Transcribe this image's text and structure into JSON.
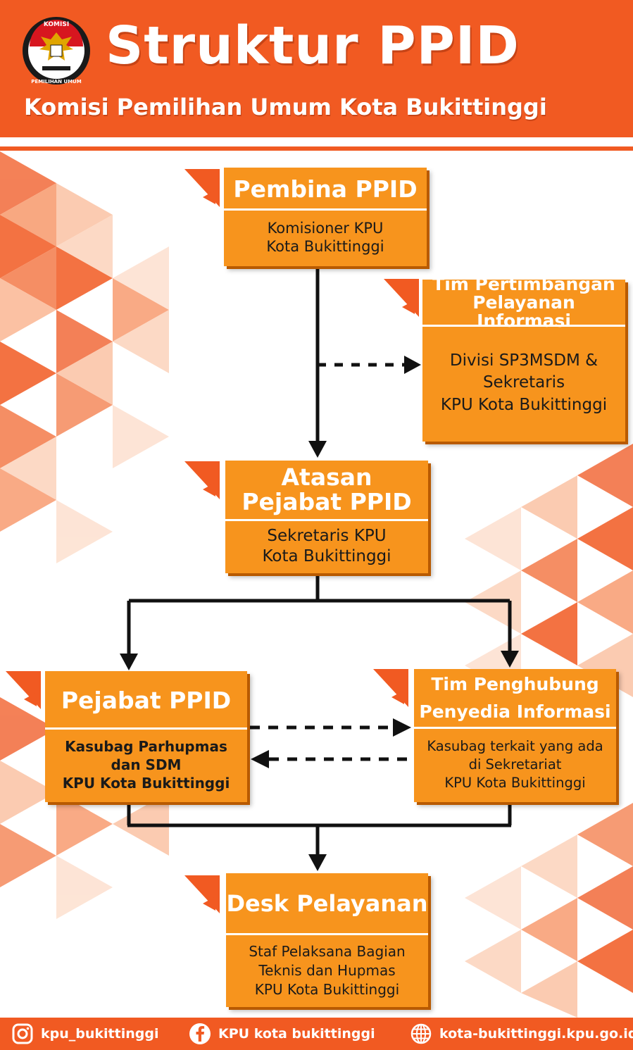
{
  "header": {
    "title": "Struktur PPID",
    "subtitle": "Komisi Pemilihan Umum Kota Bukittinggi",
    "logo_text_top": "KOMISI",
    "logo_text_bottom": "PEMILIHAN UMUM"
  },
  "boxes": {
    "pembina": {
      "title": "Pembina PPID",
      "body": [
        "Komisioner KPU",
        "Kota Bukittinggi"
      ]
    },
    "tim_pertimbangan": {
      "title": [
        "Tim Pertimbangan",
        "Pelayanan Informasi"
      ],
      "body": [
        "Divisi SP3MSDM &",
        "Sekretaris",
        "KPU Kota Bukittinggi"
      ]
    },
    "atasan": {
      "title": [
        "Atasan",
        "Pejabat PPID"
      ],
      "body": [
        "Sekretaris KPU",
        "Kota Bukittinggi"
      ]
    },
    "pejabat": {
      "title": "Pejabat PPID",
      "body": [
        "Kasubag Parhupmas",
        "dan SDM",
        "KPU Kota Bukittinggi"
      ]
    },
    "tim_penghubung": {
      "title": [
        "Tim Penghubung",
        "Penyedia Informasi"
      ],
      "body": [
        "Kasubag terkait yang ada",
        "di Sekretariat",
        "KPU Kota Bukittinggi"
      ]
    },
    "desk": {
      "title": "Desk Pelayanan",
      "body": [
        "Staf Pelaksana Bagian",
        "Teknis dan Hupmas",
        "KPU Kota Bukittinggi"
      ]
    }
  },
  "footer": {
    "instagram": "kpu_bukittinggi",
    "facebook": "KPU kota bukittinggi",
    "website": "kota-bukittinggi.kpu.go.id"
  },
  "colors": {
    "header": "#f15a22",
    "box": "#f7941d",
    "box_shadow": "#b85a00",
    "body_text": "#1a1a1a",
    "connector": "#111111"
  },
  "icons": [
    "instagram-icon",
    "facebook-icon",
    "globe-icon",
    "garuda-logo-icon"
  ]
}
